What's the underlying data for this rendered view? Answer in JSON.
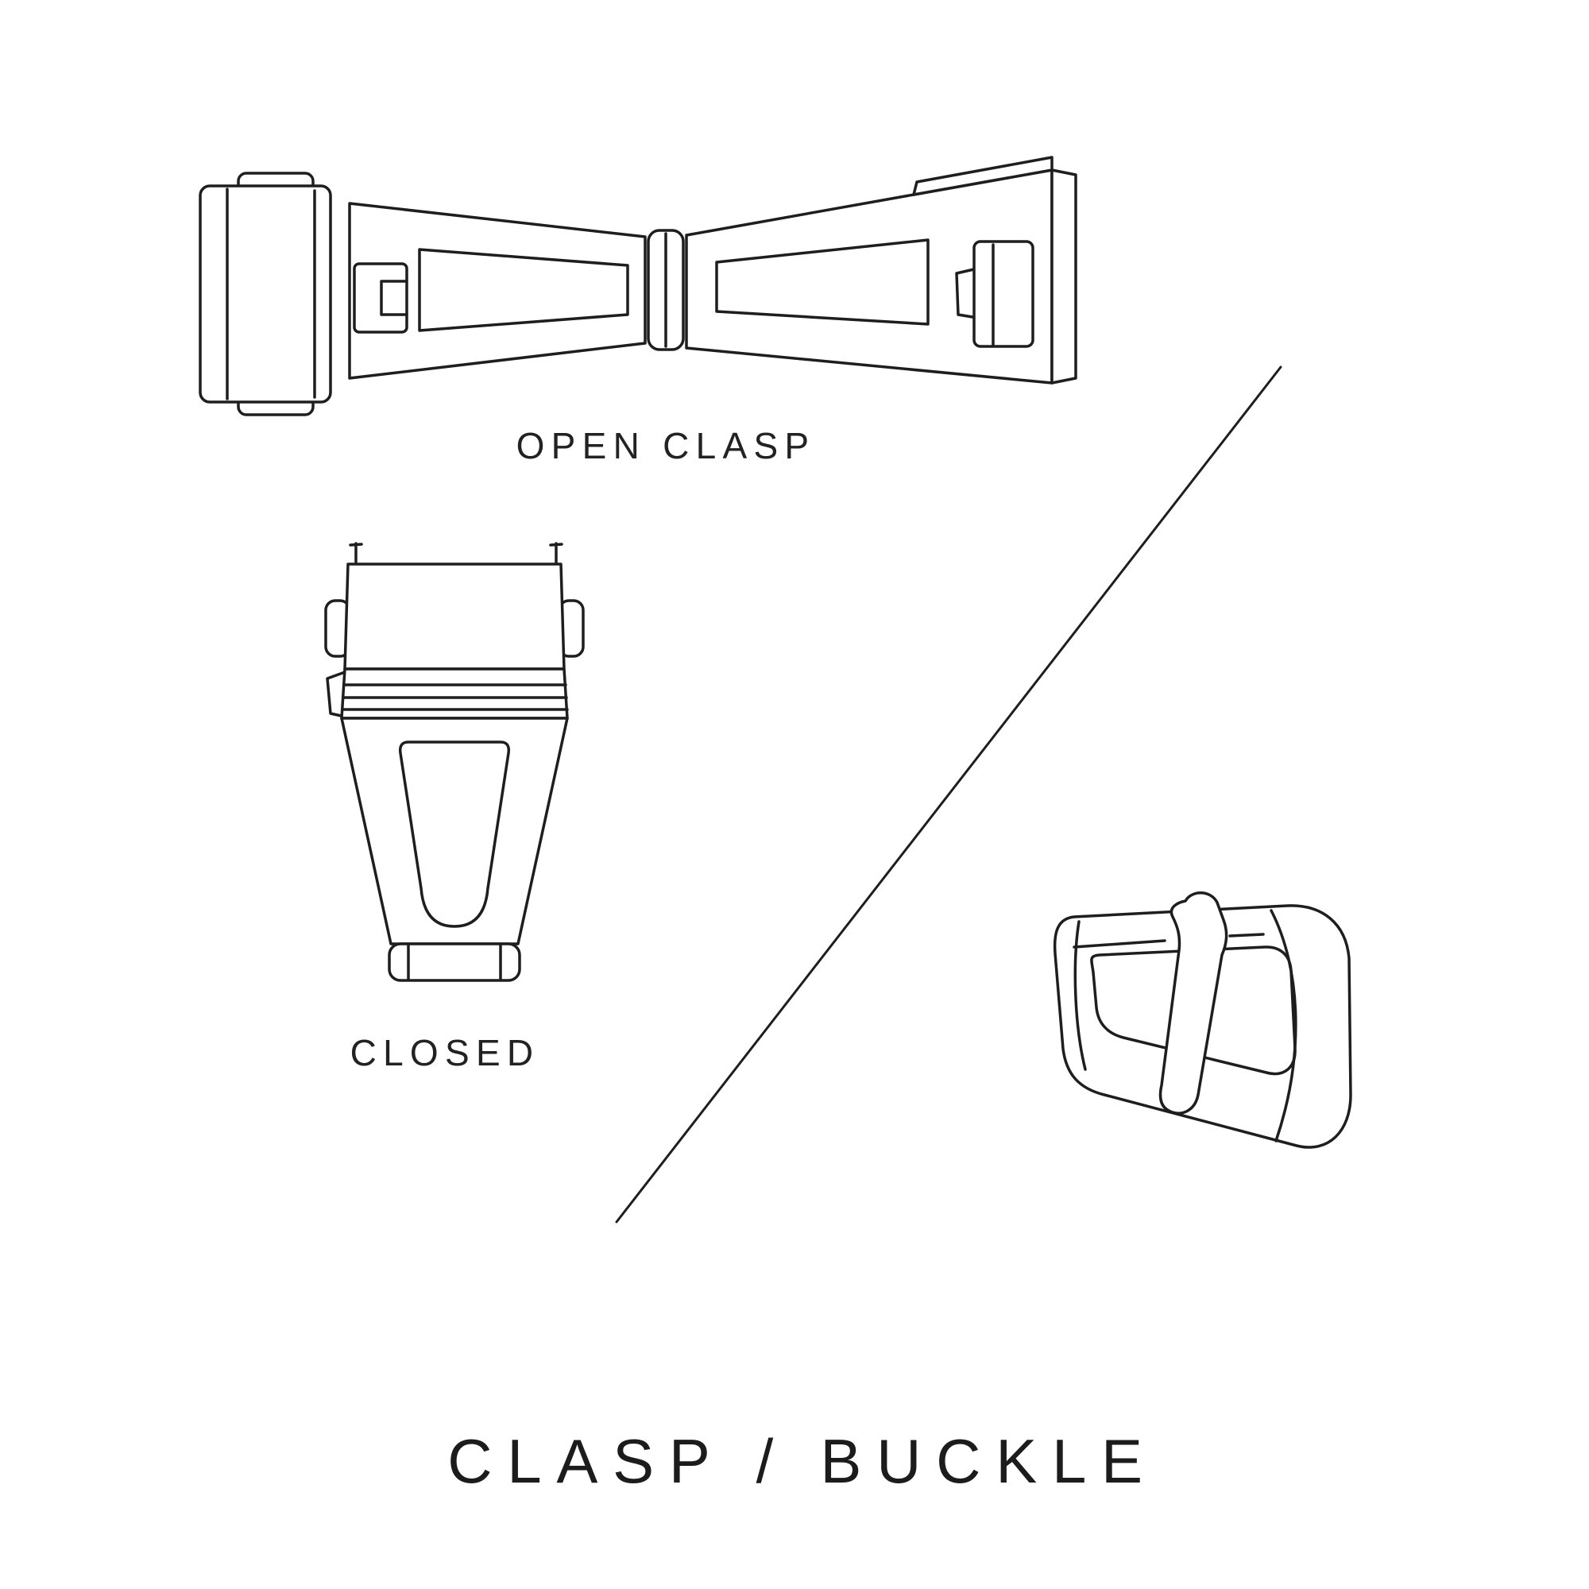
{
  "labels": {
    "open_clasp": "OPEN CLASP",
    "closed": "CLOSED",
    "title": "CLASP / BUCKLE"
  },
  "colors": {
    "background": "#ffffff",
    "line": "#1e1e1e",
    "text": "#222222"
  },
  "illustrations": [
    {
      "name": "open-clasp-drawing"
    },
    {
      "name": "closed-clasp-drawing"
    },
    {
      "name": "tang-buckle-drawing"
    },
    {
      "name": "diagonal-divider-line"
    }
  ]
}
